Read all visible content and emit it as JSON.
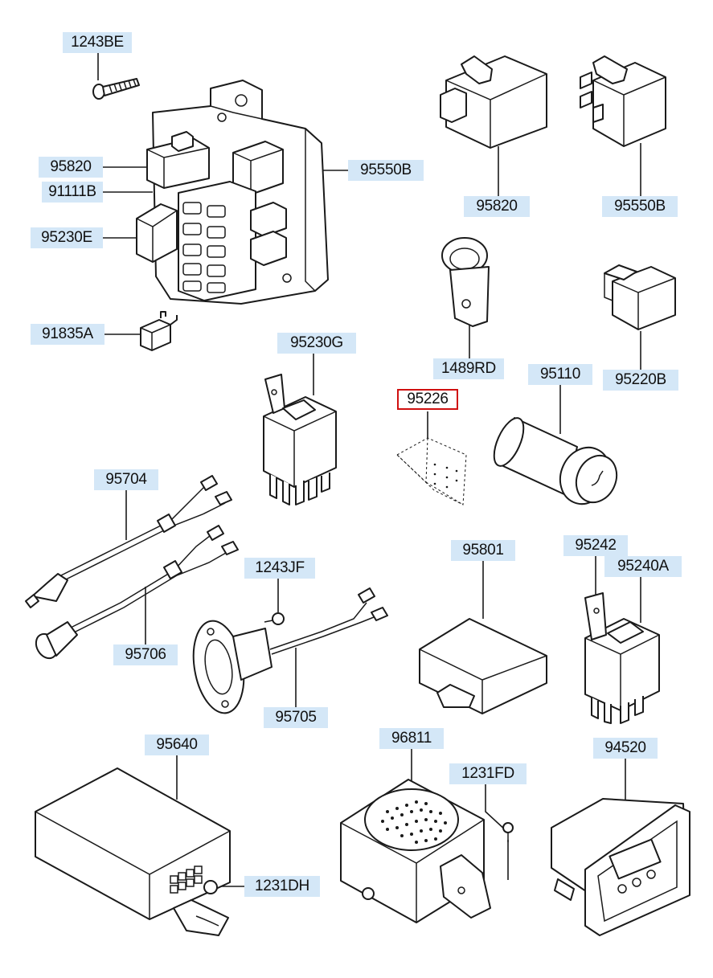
{
  "diagram": {
    "colors": {
      "label_bg": "#d4e7f7",
      "highlight_border": "#d01010",
      "line": "#1a1a1a"
    },
    "highlighted_part": "95226",
    "labels": {
      "p1243BE": "1243BE",
      "p95820_box": "95820",
      "p91111B": "91111B",
      "p95230E": "95230E",
      "p95550B_box": "95550B",
      "p91835A": "91835A",
      "p95820": "95820",
      "p95550B": "95550B",
      "p1489RD": "1489RD",
      "p95220B": "95220B",
      "p95230G": "95230G",
      "p95226": "95226",
      "p95110": "95110",
      "p95704": "95704",
      "p95706": "95706",
      "p1243JF": "1243JF",
      "p95705": "95705",
      "p95801": "95801",
      "p95242": "95242",
      "p95240A": "95240A",
      "p95640": "95640",
      "p1231DH": "1231DH",
      "p96811": "96811",
      "p1231FD": "1231FD",
      "p94520": "94520"
    }
  }
}
